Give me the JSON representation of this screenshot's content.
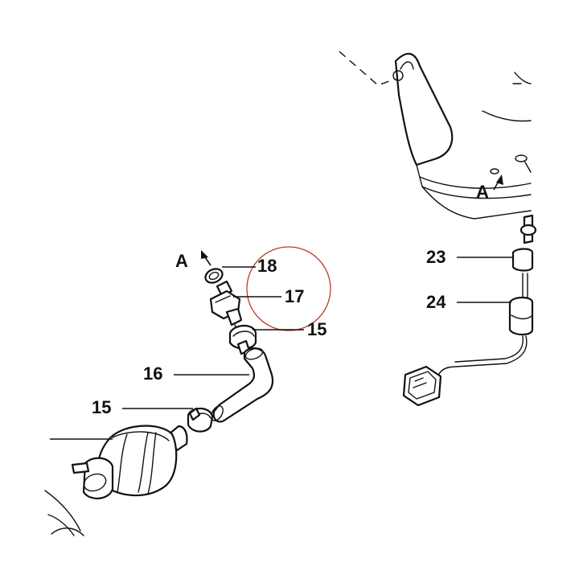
{
  "callouts": {
    "c18": "18",
    "c17": "17",
    "c15a": "15",
    "c16": "16",
    "c15b": "15",
    "c23": "23",
    "c24": "24"
  },
  "view_markers": {
    "left": "A",
    "right": "A"
  },
  "highlight": {
    "color": "#c0392b"
  }
}
